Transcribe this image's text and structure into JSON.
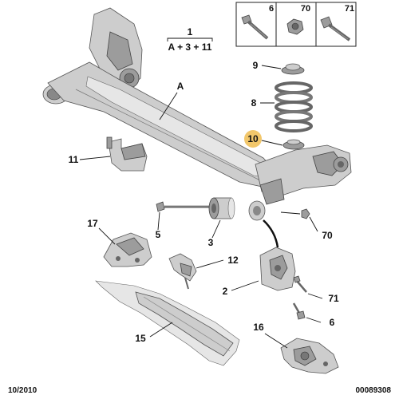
{
  "header_formula": {
    "number": "1",
    "formula": "A + 3 + 11"
  },
  "legend_box": {
    "items": [
      "6",
      "70",
      "71"
    ]
  },
  "callouts": {
    "A": "A",
    "c9": "9",
    "c8": "8",
    "c10": "10",
    "c11": "11",
    "c5": "5",
    "c3": "3",
    "c70": "70",
    "c17": "17",
    "c12": "12",
    "c2": "2",
    "c71": "71",
    "c6": "6",
    "c15": "15",
    "c16": "16"
  },
  "highlight_color": "#f2c76b",
  "footer": {
    "date": "10/2010",
    "code": "00089308"
  }
}
